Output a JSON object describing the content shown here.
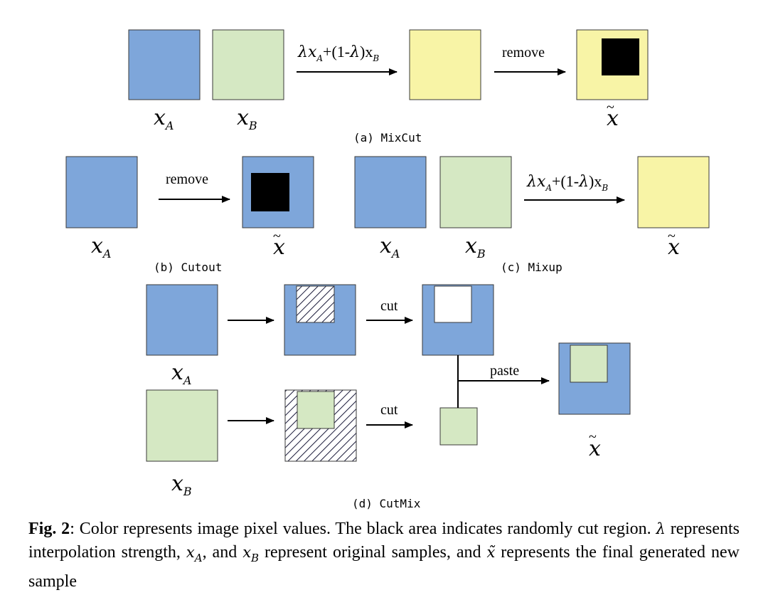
{
  "colors": {
    "blue": "#7ea6da",
    "green": "#d5e8c3",
    "yellow": "#f8f4a6",
    "black": "#000000",
    "stroke": "#3a3a3a"
  },
  "labels": {
    "x": "x",
    "sub_a": "A",
    "sub_b": "B",
    "tilde": "~",
    "lambda_formula_lambda": "λx",
    "lambda_formula_plus": "+(1-",
    "lambda_formula_lambda2": "λ",
    "lambda_formula_close": ")x",
    "remove": "remove",
    "cut": "cut",
    "paste": "paste"
  },
  "captions": {
    "a": "(a) MixCut",
    "b": "(b) Cutout",
    "c": "(c) Mixup",
    "d": "(d) CutMix"
  },
  "figure_caption": {
    "fig_label": "Fig. 2",
    "colon": ":",
    "text1": " Color represents image pixel values. The black area indicates randomly cut region. ",
    "lambda": "λ",
    "text2": " represents interpolation strength, ",
    "xa": "x",
    "xa_sub": "A",
    "text3": ", and ",
    "xb": "x",
    "xb_sub": "B",
    "text4": " represent original samples, and ",
    "xt": "x̃",
    "text5": " represents the final generated new sample"
  }
}
